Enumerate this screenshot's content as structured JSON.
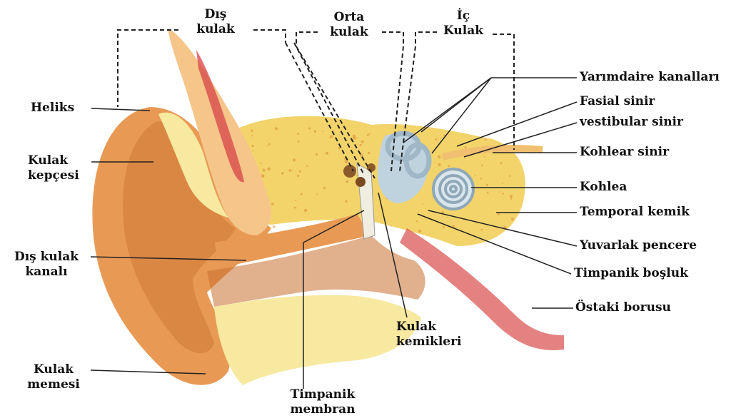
{
  "colors": {
    "background": "#ffffff",
    "skin": "#e89a55",
    "skin_dark": "#c9702f",
    "skin_light": "#f5c58a",
    "cartilage": "#f7e9a0",
    "bone": "#f3d46a",
    "bone_dot": "#d98a3a",
    "muscle": "#d94b4b",
    "inner_blue": "#bfd3df",
    "line": "#222222"
  },
  "header": {
    "dis_kulak": [
      "Dış",
      "kulak"
    ],
    "orta_kulak": [
      "Orta",
      "kulak"
    ],
    "ic_kulak": [
      "İç",
      "Kulak"
    ]
  },
  "left_labels": {
    "heliks": "Heliks",
    "kulak_kepcesi": [
      "Kulak",
      "kepçesi"
    ],
    "dis_kulak_kanali": [
      "Dış kulak",
      "kanalı"
    ],
    "kulak_memesi": [
      "Kulak",
      "memesi"
    ]
  },
  "right_labels": {
    "yarimdaire": "Yarımdaire kanalları",
    "fasial": "Fasial sinir",
    "vestibular": "vestibular sinir",
    "kohlear_sinir": "Kohlear sinir",
    "kohlea": "Kohlea",
    "temporal": "Temporal kemik",
    "yuvarlak": "Yuvarlak pencere",
    "timpanik_bosluk": "Timpanik boşluk",
    "ostaki": "Östaki borusu"
  },
  "bottom_labels": {
    "kulak_kemikleri": [
      "Kulak",
      "kemikleri"
    ],
    "timpanik_membran": [
      "Timpanik",
      "membran"
    ]
  }
}
